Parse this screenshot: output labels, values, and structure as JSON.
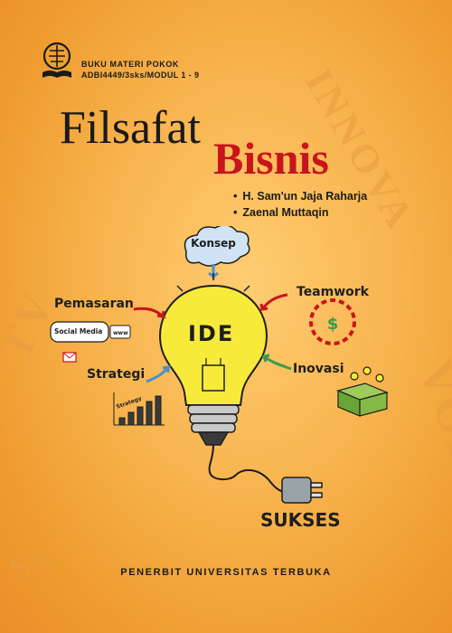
{
  "header": {
    "line1": "BUKU MATERI POKOK",
    "line2": "ADBI4449/3sks/MODUL 1 - 9"
  },
  "title": {
    "part1": "Filsafat",
    "part2": "Bisnis"
  },
  "authors": [
    "H. Sam'un Jaja Raharja",
    "Zaenal Muttaqin"
  ],
  "illustration": {
    "center": "IDE",
    "top": "Konsep",
    "left_top": "Pemasaran",
    "left_bottom": "Strategi",
    "right_top": "Teamwork",
    "right_bottom": "Inovasi",
    "social_media": "Social Media",
    "www": "www",
    "strategy": "Strategy",
    "outcome": "SUKSES"
  },
  "watermarks": [
    "INNOVA",
    "TV",
    "VOLUN",
    "SS"
  ],
  "publisher": "PENERBIT UNIVERSITAS TERBUKA",
  "colors": {
    "background": "#f7b24c",
    "title_dark": "#1a1a1a",
    "title_red": "#c8141c",
    "bulb_yellow": "#f8ea3b"
  }
}
